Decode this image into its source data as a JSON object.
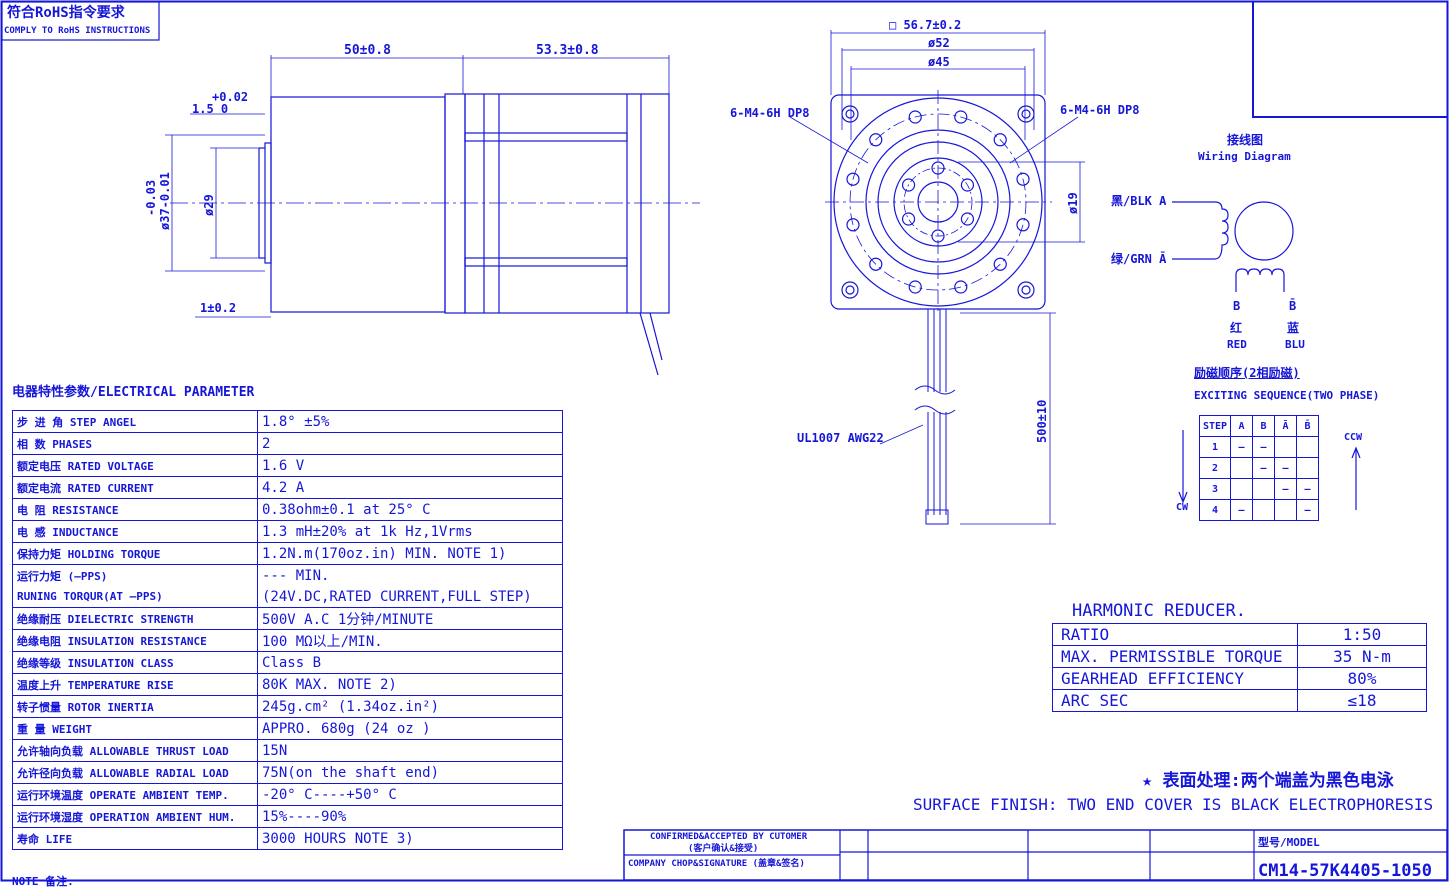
{
  "header": {
    "rohs_cn": "符合RoHS指令要求",
    "rohs_en": "COMPLY TO RoHS INSTRUCTIONS"
  },
  "side_view": {
    "dim_body": "50±0.8",
    "dim_gear": "53.3±0.8",
    "tol_upper": "+0.02",
    "dim_pilot_len": "1.5 0",
    "dim_flange_dia_tol": "-0.03",
    "dim_flange_dia": "ø37-0.01",
    "dim_shaft": "ø29",
    "dim_shoulder": "1±0.2"
  },
  "front_view": {
    "dim_square": "□ 56.7±0.2",
    "dim_bc52": "ø52",
    "dim_bc45": "ø45",
    "hole_left": "6-M4-6H DP8",
    "hole_right": "6-M4-6H DP8",
    "dim_bore": "ø19",
    "cable_label": "UL1007 AWG22",
    "dim_lead": "500±10"
  },
  "wiring": {
    "title_cn": "接线图",
    "title_en": "Wiring  Diagram",
    "blk": "黑/BLK  A",
    "grn": "绿/GRN  Ā",
    "b": "B",
    "b_bar": "B̄",
    "red_cn": "红",
    "red": "RED",
    "blu_cn": "蓝",
    "blu": "BLU"
  },
  "exciting": {
    "title_cn": "励磁顺序(2相励磁)",
    "title_en": "EXCITING SEQUENCE(TWO PHASE)",
    "ccw": "CCW",
    "cw": "CW",
    "header": [
      "STEP",
      "A",
      "B",
      "Ā",
      "B̄"
    ],
    "rows": [
      [
        "1",
        "—",
        "—",
        "",
        ""
      ],
      [
        "2",
        "",
        "—",
        "—",
        ""
      ],
      [
        "3",
        "",
        "",
        "—",
        "—"
      ],
      [
        "4",
        "—",
        "",
        "",
        "—"
      ]
    ]
  },
  "electrical": {
    "title": "电器特性参数/ELECTRICAL PARAMETER",
    "rows": [
      {
        "k": "步 进 角  STEP ANGEL",
        "v": "1.8°  ±5%"
      },
      {
        "k": "相   数  PHASES",
        "v": "2"
      },
      {
        "k": "额定电压  RATED VOLTAGE",
        "v": "1.6 V"
      },
      {
        "k": "额定电流  RATED CURRENT",
        "v": "4.2 A"
      },
      {
        "k": "电   阻  RESISTANCE",
        "v": "0.38ohm±0.1     at 25° C"
      },
      {
        "k": "电   感  INDUCTANCE",
        "v": "1.3 mH±20%      at 1k Hz,1Vrms"
      },
      {
        "k": "保持力矩  HOLDING TORQUE",
        "v": "1.2N.m(170oz.in) MIN. NOTE 1)"
      },
      {
        "k": "运行力矩 (—PPS)",
        "v": "--- MIN."
      },
      {
        "k": " RUNING TORQUR(AT —PPS)",
        "v": "(24V.DC,RATED CURRENT,FULL STEP)"
      },
      {
        "k": "绝缘耐压 DIELECTRIC STRENGTH",
        "v": "500V A.C 1分钟/MINUTE"
      },
      {
        "k": "绝缘电阻 INSULATION RESISTANCE",
        "v": "100 MΩ以上/MIN."
      },
      {
        "k": "绝缘等级  INSULATION CLASS",
        "v": "Class B"
      },
      {
        "k": "温度上升  TEMPERATURE RISE",
        "v": "80K MAX.       NOTE 2)"
      },
      {
        "k": "转子惯量  ROTOR INERTIA",
        "v": "245g.cm² (1.34oz.in²)"
      },
      {
        "k": "重   量   WEIGHT",
        "v": "APPRO. 680g (24 oz )"
      },
      {
        "k": "允许轴向负载 ALLOWABLE THRUST LOAD",
        "v": "15N"
      },
      {
        "k": "允许径向负载 ALLOWABLE RADIAL LOAD",
        "v": "75N(on the shaft end)"
      },
      {
        "k": "运行环境温度 OPERATE AMBIENT TEMP.",
        "v": "-20° C----+50° C"
      },
      {
        "k": "运行环境湿度 OPERATION AMBIENT HUM.",
        "v": "15%----90%"
      },
      {
        "k": "寿命     LIFE",
        "v": "3000 HOURS  NOTE 3)"
      }
    ]
  },
  "harmonic": {
    "title": "HARMONIC REDUCER.",
    "rows": [
      {
        "k": "RATIO",
        "v": "1:50"
      },
      {
        "k": "MAX. PERMISSIBLE TORQUE",
        "v": "35 N-m"
      },
      {
        "k": "GEARHEAD EFFICIENCY",
        "v": "80%"
      },
      {
        "k": "ARC SEC",
        "v": "≤18"
      }
    ]
  },
  "surface": {
    "cn": "★ 表面处理:两个端盖为黑色电泳",
    "en": "SURFACE FINISH: TWO END COVER IS BLACK ELECTROPHORESIS"
  },
  "titleblock": {
    "confirm": "CONFIRMED&ACCEPTED BY CUTOMER",
    "confirm_cn": "(客户确认&接受)",
    "company": "COMPANY CHOP&SIGNATURE  (盖章&签名)",
    "model_label": "型号/MODEL",
    "model": "CM14-57K4405-1050"
  },
  "notes": {
    "label": "NOTE 备注:"
  }
}
